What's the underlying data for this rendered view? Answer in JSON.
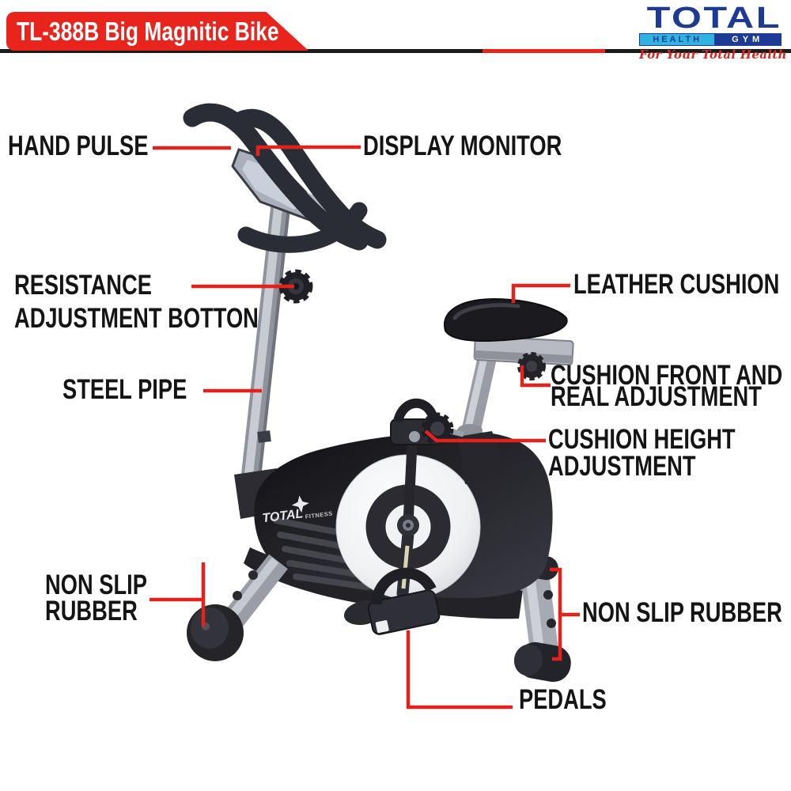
{
  "header": {
    "banner": {
      "title": "TL-388B Big Magnitic Bike",
      "bg_color": "#e8241d",
      "text_color": "#ffffff"
    },
    "divider": {
      "left_color": "#1b1b1b",
      "accent_color": "#e8241d",
      "right_color": "#1b1b1b"
    },
    "logo": {
      "name": "TOTAL",
      "tag_left": "HEALTH",
      "tag_right": "GYM",
      "tagline": "For Your Total Health",
      "navy": "#1d3a94",
      "cyan": "#2fb3e0",
      "red": "#d5261f"
    }
  },
  "diagram": {
    "product": "magnetic exercise bike",
    "leader_color": "#e3231b",
    "bike_brand": {
      "word1": "TOTAL",
      "word2": "FITNESS"
    },
    "labels": {
      "hand_pulse": "HAND PULSE",
      "display_monitor": "DISPLAY MONITOR",
      "resistance_line1": "RESISTANCE",
      "resistance_line2": "ADJUSTMENT BOTTON",
      "steel_pipe": "STEEL PIPE",
      "leather_cushion": "LEATHER CUSHION",
      "cushion_front_line1": "CUSHION FRONT AND",
      "cushion_front_line2": "REAL ADJUSTMENT",
      "cushion_height_line1": "CUSHION HEIGHT",
      "cushion_height_line2": "ADJUSTMENT",
      "non_slip_left_line1": "NON SLIP",
      "non_slip_left_line2": "RUBBER",
      "non_slip_right": "NON SLIP RUBBER",
      "pedals": "PEDALS"
    }
  }
}
